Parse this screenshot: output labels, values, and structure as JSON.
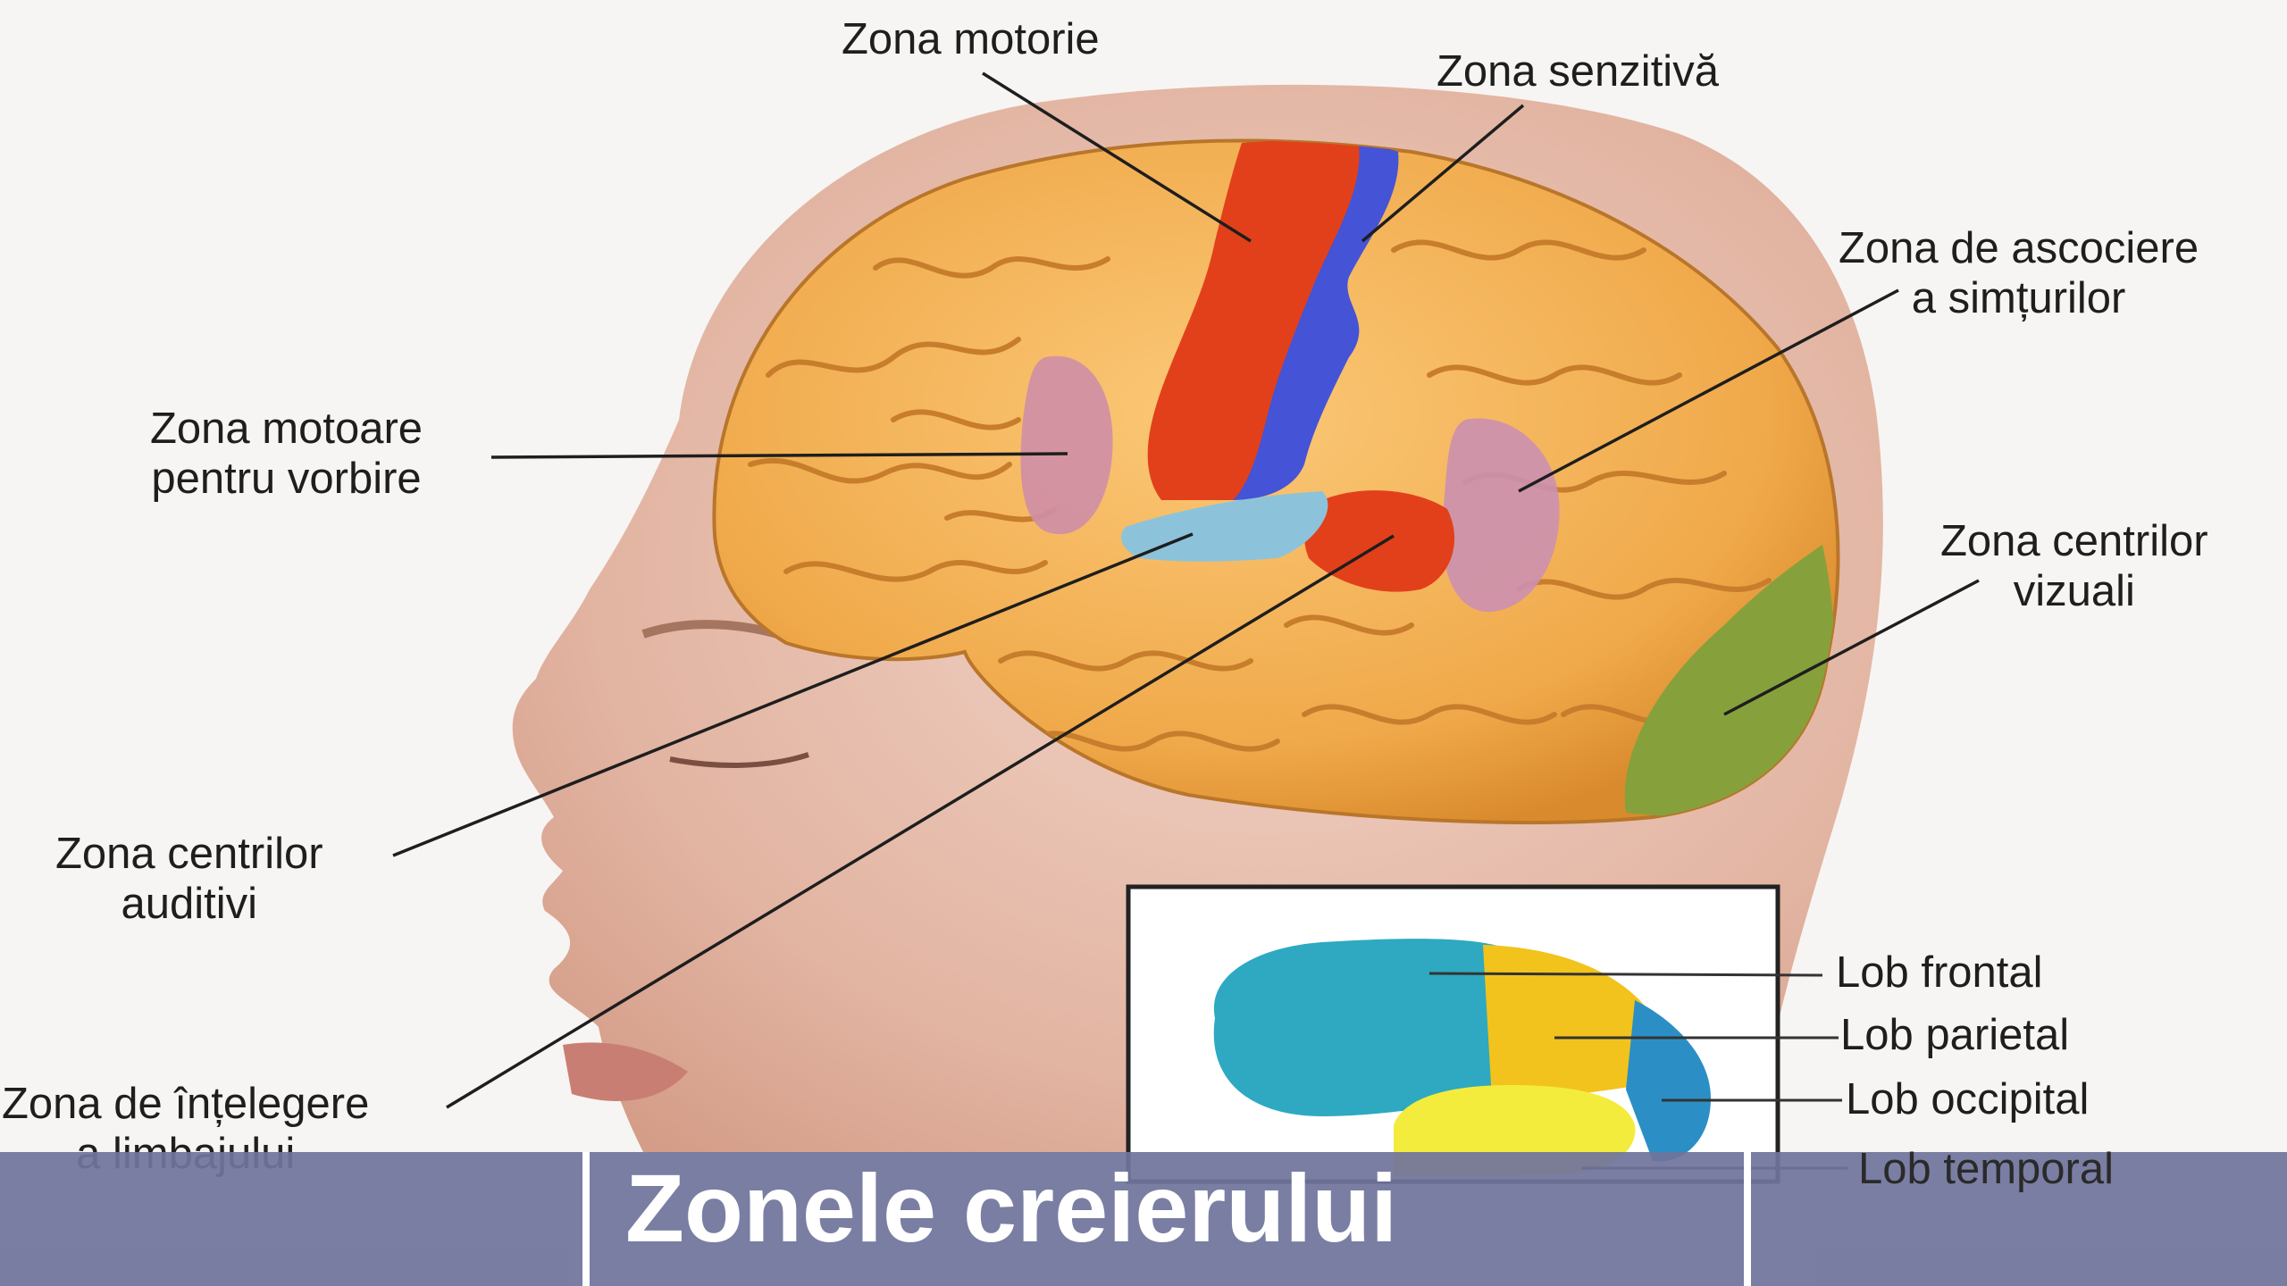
{
  "title": "Zonele creierului",
  "labels": {
    "motor": "Zona motorie",
    "sensory": "Zona senzitivă",
    "association": [
      "Zona de ascociere",
      "a simțurilor"
    ],
    "speech_motor": [
      "Zona motoare",
      "pentru vorbire"
    ],
    "visual": [
      "Zona centrilor",
      "vizuali"
    ],
    "auditory": [
      "Zona centrilor",
      "auditivi"
    ],
    "language": [
      "Zona de înțelegere",
      "a limbajului"
    ]
  },
  "inset": {
    "lobes": [
      "Lob frontal",
      "Lob parietal",
      "Lob occipital",
      "Lob temporal"
    ]
  },
  "colors": {
    "cortex": "#f0a94a",
    "motor_zone": "#e2401a",
    "sensory_zone": "#4553d6",
    "association_zone": "#cc90b0",
    "speech_zone": "#cf8ea6",
    "auditory_zone": "#8cc3da",
    "visual_zone": "#86a13c",
    "lob_frontal": "#2ea9c1",
    "lob_parietal": "#f2c31c",
    "lob_occipital": "#2b8fc6",
    "lob_temporal": "#f4ec3c",
    "title_bar": "#70749c"
  }
}
